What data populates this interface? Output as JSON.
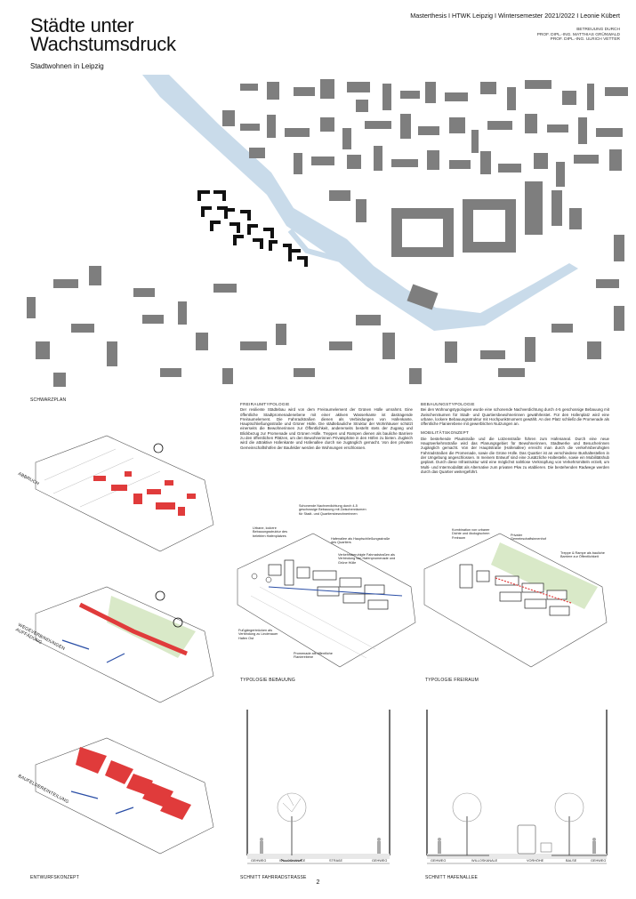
{
  "header": {
    "title_line1": "Städte unter",
    "title_line2": "Wachstumsdruck",
    "subtitle": "Stadtwohnen in Leipzig",
    "meta_main": "Masterthesis I HTWK Leipzig I Wintersemester 2021/2022 I Leonie Kübert",
    "meta_line1": "BETREUUNG DURCH",
    "meta_line2": "PROF. DIPL.-ING. MATTHIAS GRÜNWALD",
    "meta_line3": "PROF. DIPL.-ING. ULRICH VETTER"
  },
  "captions": {
    "schwarzplan": "SCHWARZPLAN",
    "entwurfskonzept": "ENTWURFSKONZEPT",
    "typologie_bebauung": "TYPOLOGIE BEBAUUNG",
    "typologie_freiraum": "TYPOLOGIE FREIRAUM",
    "schnitt_fahrrad": "SCHNITT FAHRRADSTRASSE",
    "schnitt_hafen": "SCHNITT HAFENALLEE"
  },
  "diagram_labels": {
    "abbruch": "ABBRUCH",
    "wegeverbindungen_1": "WEGEVERBINDUNGEN",
    "wegeverbindungen_2": "AUFFÄDUNG",
    "baufelder": "BAUFELDEREINTEILUNG"
  },
  "text": {
    "freiraum_head": "FREIRAUMTYPOLOGIE",
    "freiraum_body": "Der resiliente Städtebau wird von dem Freiraumelement der Grünen Hülle umrahmt. Eine öffentliche Stadtpromenadenebene mit einer aktiven Wasserkante ist dastragende Freiraumelement. Die Fahrradstraßen dienen als Verbindungen von Hafenkante, Hauptschließungsstraße und Grüner Hülle. Die städtebauliche Struktur der Wohnhäuser schützt einerseits die Bewohnerinnen zur Öffentlichkeit, andererseits besteht stets der Zugang und Blickbezug zur Promenade und Grünen Hülle. Treppen und Rampen dienen als bauliche Barriere zu den öffentlichen Plätzen, um den Bewohnerinnen Privatsphäre in den Höfen zu bieten. Zugleich wird die attraktive Hafenkante und Hafenallee durch sie zugänglich gemacht. Von den privaten Gemeinschaftshöfen der Baufelder werden die Wohnungen erschlossen.",
    "bebauung_head": "BEBAUUNGSTYPOLOGIE",
    "bebauung_body": "Bei den Wohnungstypologien wurde eine schonende Nachverdichtung durch 4-5 geschossige Bebauung mit Zwischenräumen für Stadt- und Quartiersbewohnerinnen gewährleistet. Für den Hafenplatz wird eine urbane, lockere Bebauungsstruktur mit Hochpunktmoment gewählt. An den Platz schließt die Promenade als öffentliche Flanierebene mit gewerblichen Nutzungen an.",
    "mobil_head": "MOBILITÄTSKONZEPT",
    "mobil_body": "Die bestehende Plautstraße und die Lützenstraße führen zum Hafenareal. Durch eine neue Hauptverkehrsstraße wird das Planungsgebiet für Bewohnerinnen, Stadtwerke und Besucherinnen zugänglich gemacht. Von der Hauptstraße (Hafenallee) erreicht man durch die verkehrsberuhigten Fahrradstraßen die Promenade, sowie die Grüne Hülle. Das Quartier ist an verschiedene Bushaltestellen in der Umgebung angeschlossen. In meinem Entwurf sind eine zusätzliche Haltestelle, sowie ein Mobilitätshub geplant. Durch diese Infrastruktur wird eine möglichst nahtlose Verknüpfung von Verkehrsmitteln erzielt, um Multi- und Intermodalität als Alternative zum privaten Pkw zu etablieren. Die bestehenden Radwege werden durch das Quartier weitergeführt."
  },
  "annotations_bebauung": {
    "a1": "Schonende Nachverdichtung durch 4-5 geschossige Bebauung mit Zwischenräumen für Stadt- und Quartiersbewohnerinnen",
    "a2": "Urbane, lockere Bebauungsstruktur des belebten Hafenplatzes",
    "a3": "Hafenallee als Hauptschließungsstraße des Quartiers",
    "a4": "Verkehrsberuhigte Fahrradstraßen als Verbindung von Hafenpromenade und Grüne Hülle",
    "a5": "Fußgängerbrücken als Verbindung zu Lindenauer Hafen Ost",
    "a6": "Promenade als öffentliche Flanierebene"
  },
  "annotations_freiraum": {
    "b1": "Kombination von urbaner Dichte und ökologischem Freiraum",
    "b2": "Privater Gemeinschaftsinnenhof",
    "b3": "Treppe & Rampe als bauliche Barriere zur Öffentlichkeit"
  },
  "section_labels": {
    "s1": "GEHWEG",
    "s2": "WILLOSKANALE",
    "s3": "STRAßE",
    "s4": "GEHWEG",
    "h1": "GEHWEG",
    "h2": "WILLOSKANALE",
    "h3": "VORHÖHE",
    "h4": "BALSE",
    "h5": "GEHWEG"
  },
  "page_number": "2",
  "colors": {
    "water": "#c9dbea",
    "building": "#7e7e7e",
    "project": "#111111",
    "demolish": "#e03b3b",
    "green": "#d9e9c8",
    "path_blue": "#2a4ea6"
  }
}
